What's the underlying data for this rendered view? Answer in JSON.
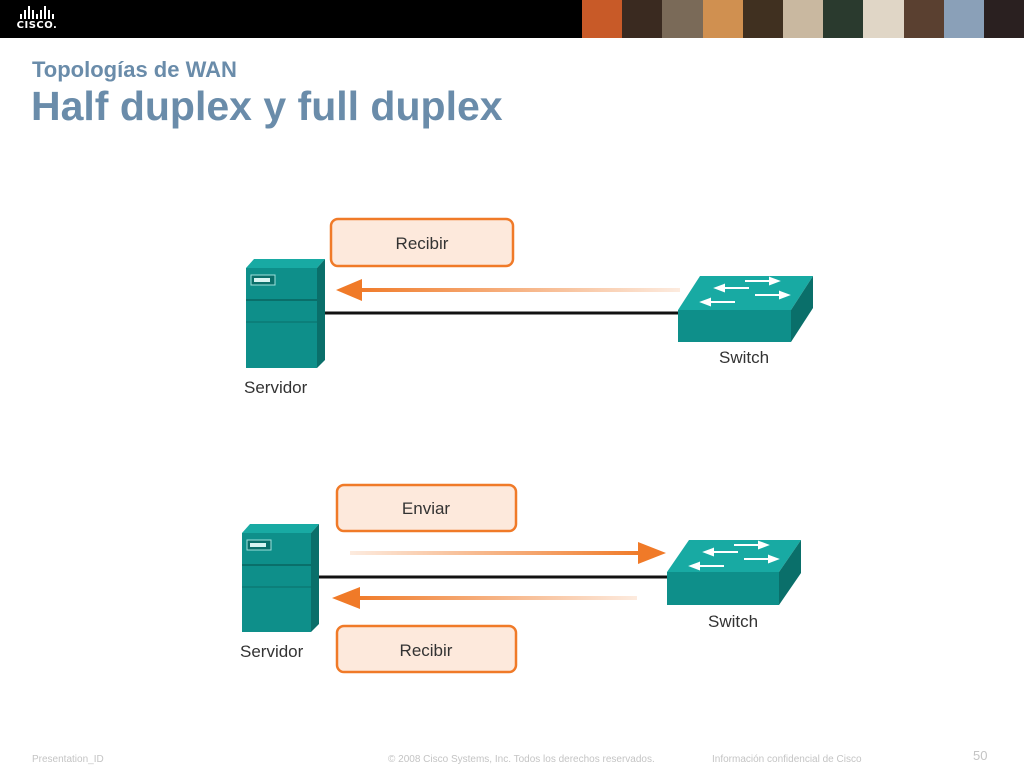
{
  "header": {
    "logo_text": "CISCO.",
    "photo_colors": [
      "#c85a28",
      "#3a2a20",
      "#7a6a58",
      "#d09050",
      "#403020",
      "#c9b8a0",
      "#2a3a2e",
      "#e0d6c6",
      "#5a4030",
      "#8aa0b8",
      "#2a2020"
    ]
  },
  "slide": {
    "subtitle": "Topologías de WAN",
    "title": "Half duplex y full duplex"
  },
  "diagram": {
    "half_duplex": {
      "label_box": "Recibir",
      "server_label": "Servidor",
      "switch_label": "Switch"
    },
    "full_duplex": {
      "send_box": "Enviar",
      "receive_box": "Recibir",
      "server_label": "Servidor",
      "switch_label": "Switch"
    },
    "colors": {
      "device": "#0e8f8a",
      "device_top": "#18aaa3",
      "device_side": "#0a6f6a",
      "arrow": "#f07a28",
      "box_fill": "#fde9dc",
      "box_border": "#f07a28",
      "link": "#111111"
    }
  },
  "footer": {
    "left": "Presentation_ID",
    "center": "© 2008 Cisco Systems, Inc. Todos los derechos reservados.",
    "right": "Información confidencial de Cisco",
    "page": "50"
  }
}
